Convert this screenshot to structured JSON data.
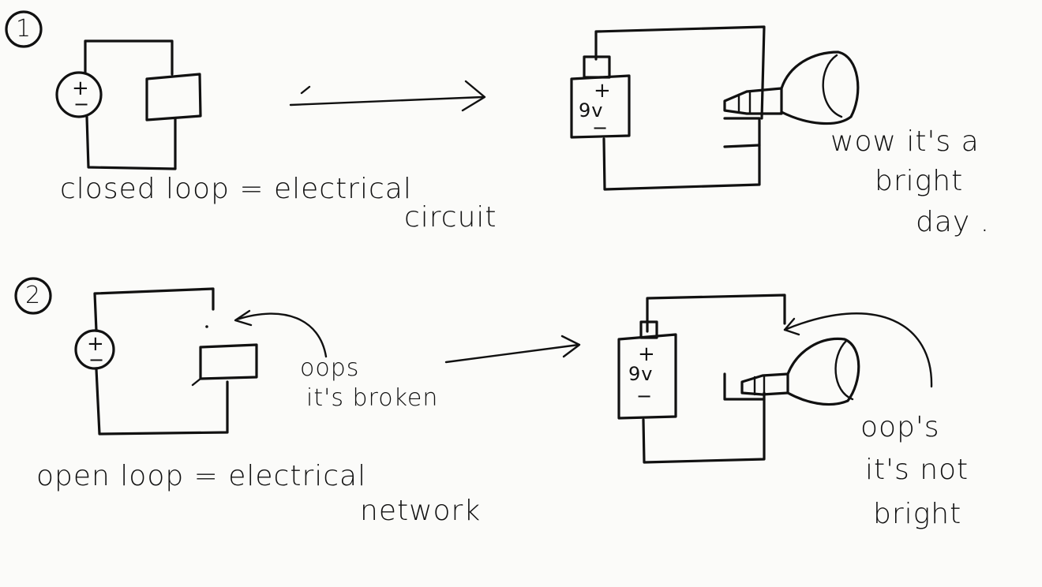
{
  "section_1": {
    "number": "1",
    "source_plus": "+",
    "source_minus": "−",
    "label_line1": "closed loop = electrical",
    "label_line2": "circuit",
    "battery_plus": "+",
    "battery_voltage": "9v",
    "battery_minus": "−",
    "caption_line1": "wow it's a",
    "caption_line2": "bright",
    "caption_line3": "day ."
  },
  "section_2": {
    "number": "2",
    "source_plus": "+",
    "source_minus": "−",
    "break_note_line1": "oops",
    "break_note_line2": "it's broken",
    "label_line1": "open loop = electrical",
    "label_line2": "network",
    "battery_plus": "+",
    "battery_voltage": "9v",
    "battery_minus": "−",
    "caption_line1": "oop's",
    "caption_line2": "it's not",
    "caption_line3": "bright"
  }
}
